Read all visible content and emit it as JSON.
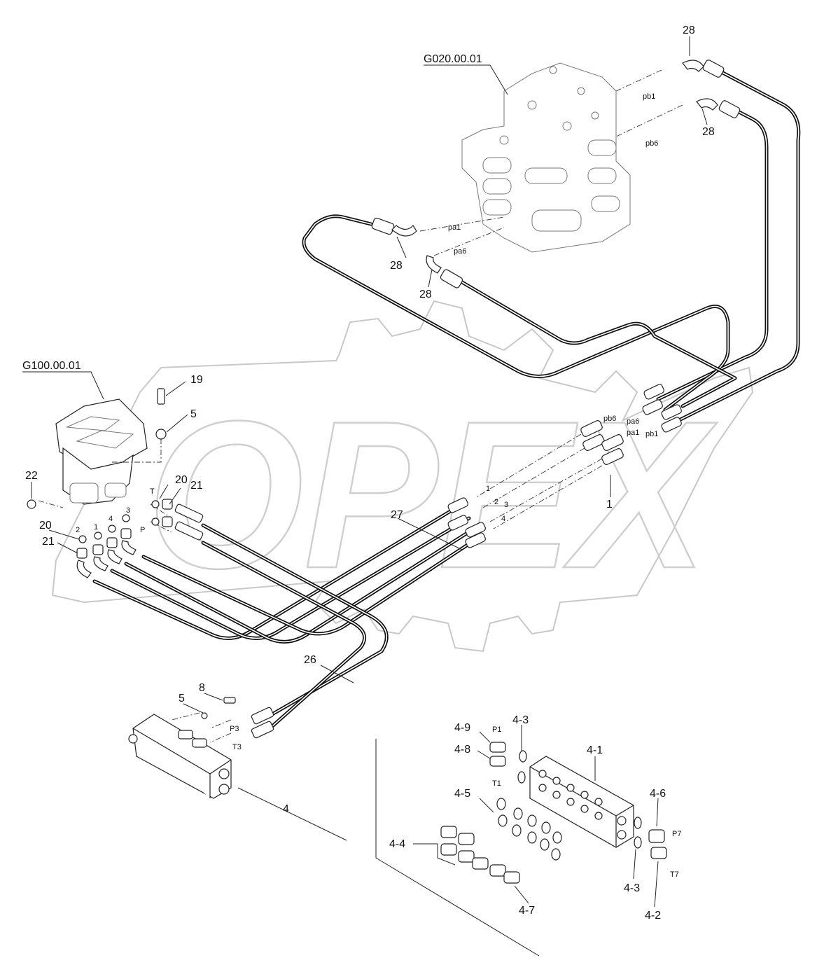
{
  "watermark": {
    "text": "OPEX"
  },
  "assemblies": [
    {
      "id": "control-valve",
      "label": "G020.00.01"
    },
    {
      "id": "pilot-valve",
      "label": "G100.00.01"
    }
  ],
  "callouts": {
    "c28a": "28",
    "c28b": "28",
    "c28c": "28",
    "c28d": "28",
    "c19": "19",
    "c5a": "5",
    "c22": "22",
    "c20a": "20",
    "c21a": "21",
    "c20b": "20",
    "c21b": "21",
    "c27": "27",
    "c1": "1",
    "c26": "26",
    "c8": "8",
    "c5b": "5",
    "c4": "4",
    "c4_9": "4-9",
    "c4_8": "4-8",
    "c4_3a": "4-3",
    "c4_1": "4-1",
    "c4_5": "4-5",
    "c4_4": "4-4",
    "c4_7": "4-7",
    "c4_6": "4-6",
    "c4_3b": "4-3",
    "c4_2": "4-2"
  },
  "port_labels": {
    "pb1_top": "pb1",
    "pb6_top": "pb6",
    "pa1_top": "pa1",
    "pa6_top": "pa6",
    "pb6_mid": "pb6",
    "pa6_mid": "pa6",
    "pa1_mid": "pa1",
    "pb1_mid": "pb1",
    "n1": "1",
    "n2": "2",
    "n3": "3",
    "n4": "4",
    "pv_T": "T",
    "pv_P": "P",
    "pv_2": "2",
    "pv_1": "1",
    "pv_4": "4",
    "pv_3": "3",
    "P3": "P3",
    "T3": "T3",
    "P1": "P1",
    "T1": "T1",
    "P7": "P7",
    "T7": "T7"
  },
  "colors": {
    "line": "#111111",
    "watermark": "#c8c8c8"
  }
}
